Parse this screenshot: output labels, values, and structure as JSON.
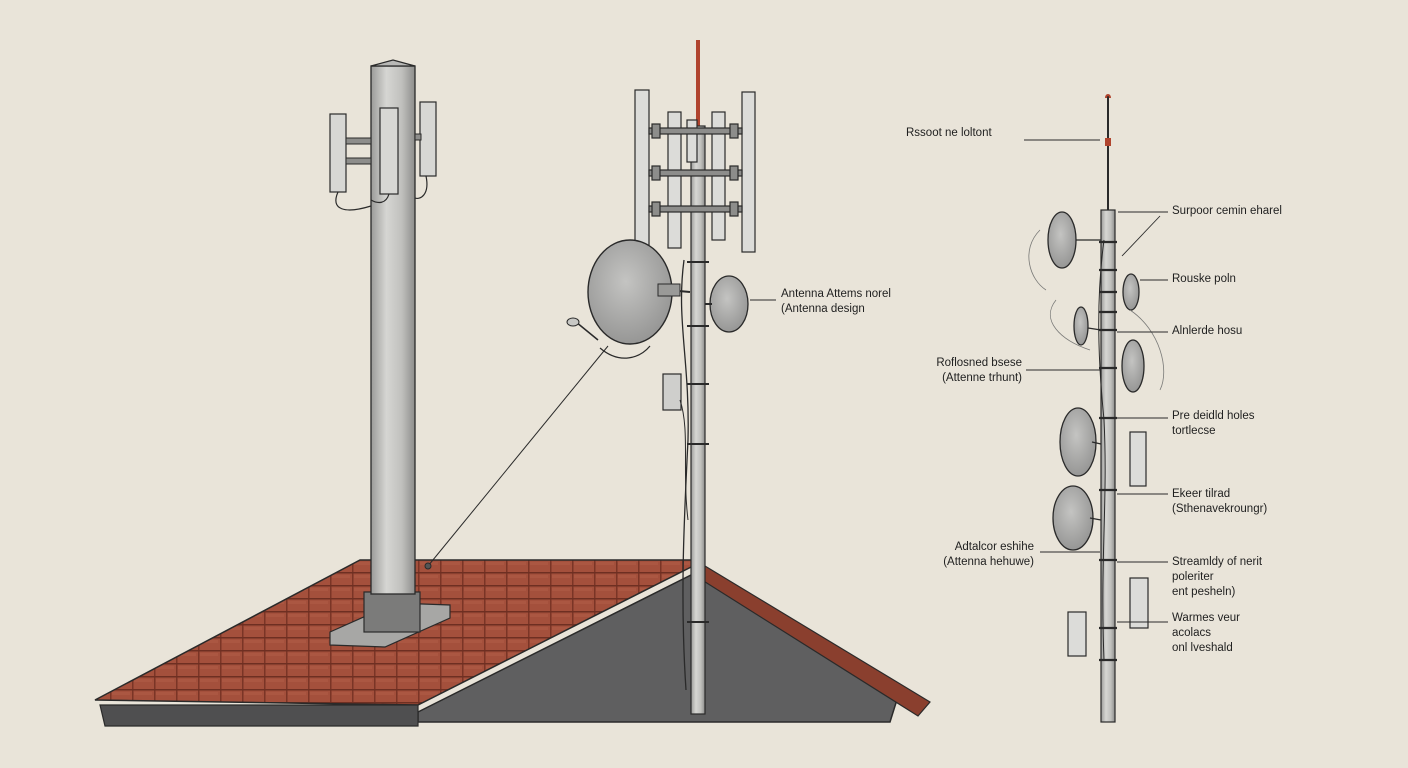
{
  "labels": {
    "top_left": {
      "lines": [
        "Rssoot ne loltont"
      ]
    },
    "antenna_design": {
      "lines": [
        "Antenna Attems norel",
        "(Antenna design"
      ]
    },
    "reflected_base": {
      "lines": [
        "Roflosned bsese",
        "(Attenne trhunt)"
      ]
    },
    "adtalcor": {
      "lines": [
        "Adtalcor eshihe",
        "(Attenna hehuwe)"
      ]
    },
    "support": {
      "lines": [
        "Surpoor cemin eharel"
      ]
    },
    "rousko": {
      "lines": [
        "Rouske poln"
      ]
    },
    "alnlerde": {
      "lines": [
        "Alnlerde hosu"
      ]
    },
    "pre_drilled": {
      "lines": [
        "Pre deidld holes",
        "tortlecse"
      ]
    },
    "ekeer": {
      "lines": [
        "Ekeer tilrad",
        "(Sthenavekroungr)"
      ]
    },
    "stremaldy": {
      "lines": [
        "Streamldy of nerit",
        "poleriter",
        "ent pesheln)"
      ]
    },
    "warmes": {
      "lines": [
        "Warmes veur",
        "acolacs",
        "onl lveshald"
      ]
    }
  },
  "colors": {
    "background": "#e9e4d9",
    "roof_tile": "#a4503c",
    "roof_grout": "#6e2f22",
    "gable": "#5f5f60",
    "pole": "#c3c3c1",
    "dish": "#a9a9a8",
    "ink": "#2a2a2a",
    "lightning_rod": "#b0442e"
  },
  "icons": [
    "tower-icon",
    "mast-icon",
    "pole-icon",
    "satellite-dish-icon",
    "panel-antenna-icon"
  ]
}
